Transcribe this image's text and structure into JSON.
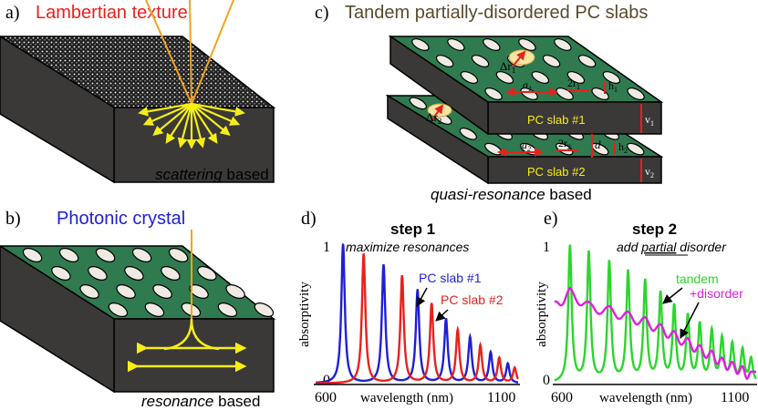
{
  "panel_a": {
    "letter": "a)",
    "title": "Lambertian texture",
    "caption_italic": "scattering",
    "caption_rest": " based"
  },
  "panel_b": {
    "letter": "b)",
    "title": "Photonic crystal",
    "caption_italic": "resonance",
    "caption_rest": " based"
  },
  "panel_c": {
    "letter": "c)",
    "title": "Tandem partially-disordered PC slabs",
    "caption_italic": "quasi-resonance",
    "caption_rest": " based",
    "slab1_label": "PC slab #1",
    "slab2_label": "PC slab #2",
    "delta_r1": "Δr",
    "delta_r1_sub": "1",
    "delta_r2": "Δr",
    "delta_r2_sub": "2",
    "a1": "a",
    "a1_sub": "1",
    "a2": "a",
    "a2_sub": "2",
    "r1": "2r",
    "r1_sub": "1",
    "r2": "2r",
    "r2_sub": "2",
    "h1": "h",
    "h1_sub": "1",
    "h2": "h",
    "h2_sub": "2",
    "d": "d",
    "v1": "v",
    "v1_sub": "1",
    "v2": "v",
    "v2_sub": "2"
  },
  "panel_d": {
    "letter": "d)",
    "step": "step 1",
    "subtitle": "maximize resonances",
    "ylabel": "absorptivity",
    "xlabel": "wavelength (nm)",
    "tick_x_left": "600",
    "tick_x_right": "1100",
    "tick_y_top": "1",
    "tick_y_bottom": "0",
    "legend_slab1": "PC slab #1",
    "legend_slab2": "PC slab #2"
  },
  "panel_e": {
    "letter": "e)",
    "step": "step 2",
    "subtitle_pre": "add ",
    "subtitle_em": "partial",
    "subtitle_post": " disorder",
    "ylabel": "absorptivity",
    "xlabel": "wavelength (nm)",
    "tick_x_left": "600",
    "tick_x_right": "1100",
    "tick_y_top": "1",
    "tick_y_bottom": "0",
    "legend_tandem": "tandem",
    "legend_disorder": "+disorder"
  },
  "colors": {
    "red": "#e8211c",
    "blue": "#1f1fd6",
    "green": "#2bd62b",
    "magenta": "#e11ee1",
    "slab_top": "#2f7a4f",
    "slab_side": "#3b3838",
    "ray": "#f2a41c",
    "yellow": "#f6ee17",
    "title_c": "#5a4a2a"
  },
  "chart_data": [
    {
      "type": "line",
      "panel": "d",
      "title": "step 1",
      "subtitle": "maximize resonances",
      "xlabel": "wavelength (nm)",
      "ylabel": "absorptivity",
      "xlim": [
        560,
        1150
      ],
      "ylim": [
        0,
        1
      ],
      "series": [
        {
          "name": "PC slab #1",
          "color": "#1f1fd6",
          "peaks": [
            {
              "x": 640,
              "y": 1.0
            },
            {
              "x": 758,
              "y": 0.85
            },
            {
              "x": 857,
              "y": 0.67
            },
            {
              "x": 940,
              "y": 0.46
            },
            {
              "x": 1010,
              "y": 0.33
            },
            {
              "x": 1070,
              "y": 0.22
            },
            {
              "x": 1120,
              "y": 0.14
            }
          ]
        },
        {
          "name": "PC slab #2",
          "color": "#e8211c",
          "peaks": [
            {
              "x": 700,
              "y": 0.93
            },
            {
              "x": 812,
              "y": 0.77
            },
            {
              "x": 898,
              "y": 0.57
            },
            {
              "x": 974,
              "y": 0.38
            },
            {
              "x": 1040,
              "y": 0.27
            },
            {
              "x": 1095,
              "y": 0.18
            },
            {
              "x": 1140,
              "y": 0.11
            }
          ]
        }
      ]
    },
    {
      "type": "line",
      "panel": "e",
      "title": "step 2",
      "subtitle": "add partial disorder",
      "xlabel": "wavelength (nm)",
      "ylabel": "absorptivity",
      "xlim": [
        560,
        1150
      ],
      "ylim": [
        0,
        1
      ],
      "series": [
        {
          "name": "tandem",
          "color": "#2bd62b",
          "peaks": [
            {
              "x": 605,
              "y": 0.98
            },
            {
              "x": 660,
              "y": 0.93
            },
            {
              "x": 720,
              "y": 0.86
            },
            {
              "x": 775,
              "y": 0.79
            },
            {
              "x": 825,
              "y": 0.72
            },
            {
              "x": 870,
              "y": 0.63
            },
            {
              "x": 910,
              "y": 0.54
            },
            {
              "x": 950,
              "y": 0.47
            },
            {
              "x": 985,
              "y": 0.41
            },
            {
              "x": 1020,
              "y": 0.36
            },
            {
              "x": 1050,
              "y": 0.31
            },
            {
              "x": 1080,
              "y": 0.27
            },
            {
              "x": 1110,
              "y": 0.23
            },
            {
              "x": 1135,
              "y": 0.17
            }
          ]
        },
        {
          "name": "+disorder",
          "color": "#e11ee1",
          "peaks": [
            {
              "x": 560,
              "y": 0.55
            },
            {
              "x": 605,
              "y": 0.65
            },
            {
              "x": 660,
              "y": 0.55
            },
            {
              "x": 720,
              "y": 0.52
            },
            {
              "x": 775,
              "y": 0.48
            },
            {
              "x": 825,
              "y": 0.44
            },
            {
              "x": 870,
              "y": 0.39
            },
            {
              "x": 910,
              "y": 0.34
            },
            {
              "x": 950,
              "y": 0.29
            },
            {
              "x": 985,
              "y": 0.24
            },
            {
              "x": 1020,
              "y": 0.2
            },
            {
              "x": 1050,
              "y": 0.15
            },
            {
              "x": 1080,
              "y": 0.12
            },
            {
              "x": 1110,
              "y": 0.09
            },
            {
              "x": 1135,
              "y": 0.05
            }
          ]
        }
      ]
    }
  ]
}
